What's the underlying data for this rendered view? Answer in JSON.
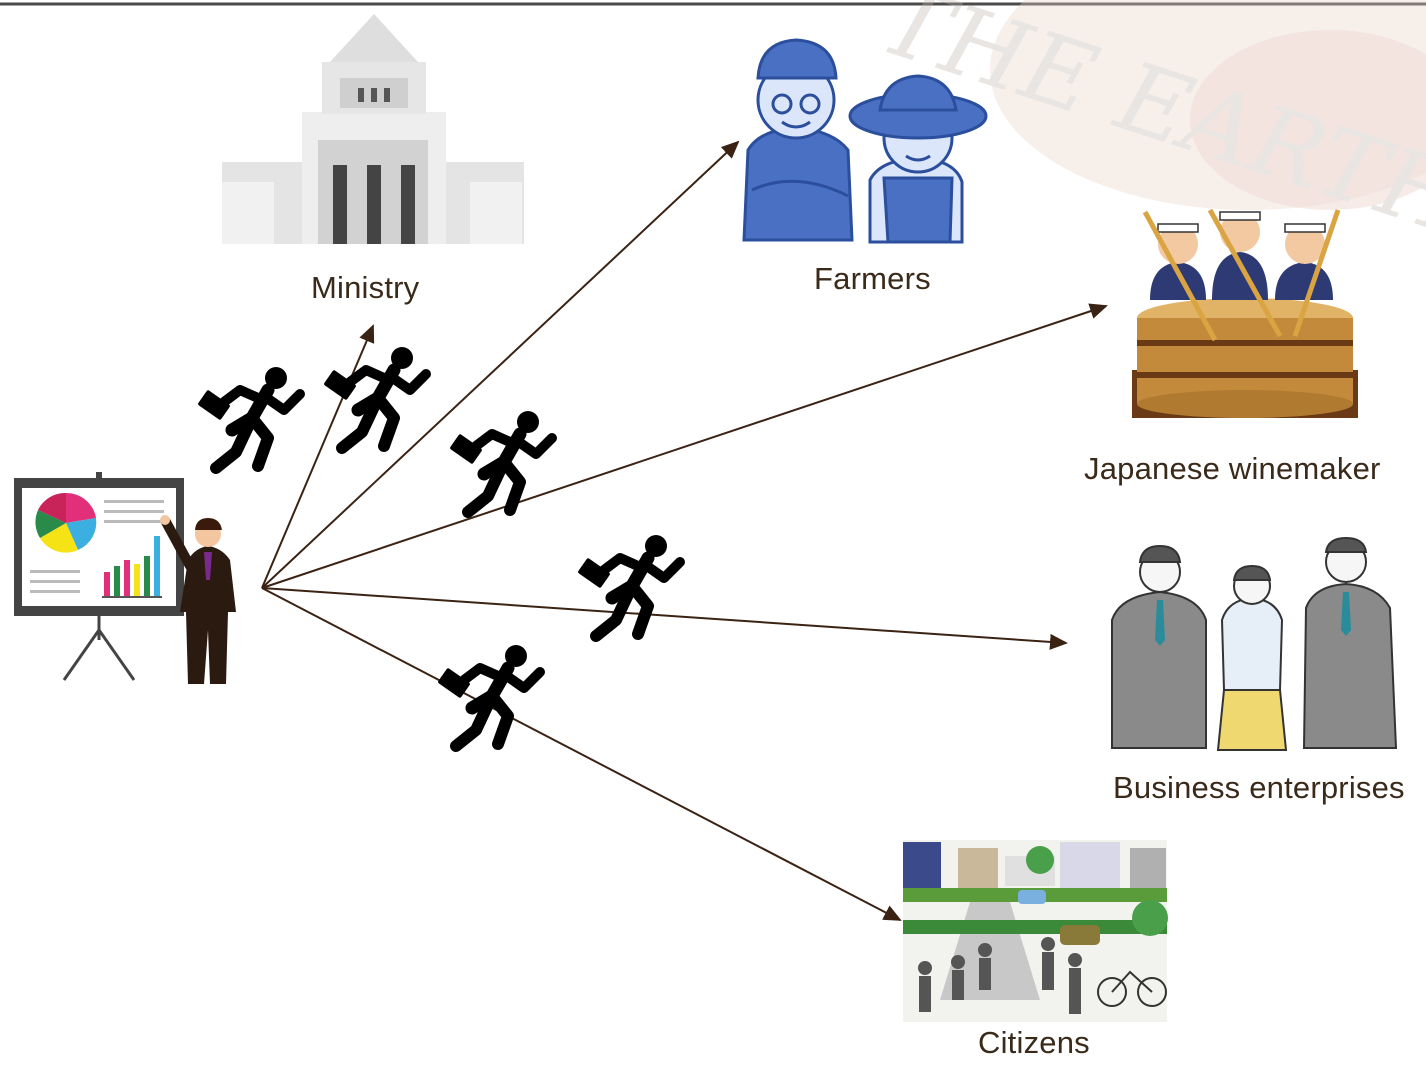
{
  "labels": {
    "ministry": "Ministry",
    "farmers": "Farmers",
    "winemaker": "Japanese winemaker",
    "business": "Business enterprises",
    "citizens": "Citizens"
  },
  "watermark": "THE EARTH!",
  "colors": {
    "arrow": "#3b2314",
    "label": "#3a2a1a",
    "runner": "#000000",
    "farmer_blue": "#4a70c4",
    "suit_gray": "#8a8a8a",
    "building_gray": "#d8d8d8"
  }
}
